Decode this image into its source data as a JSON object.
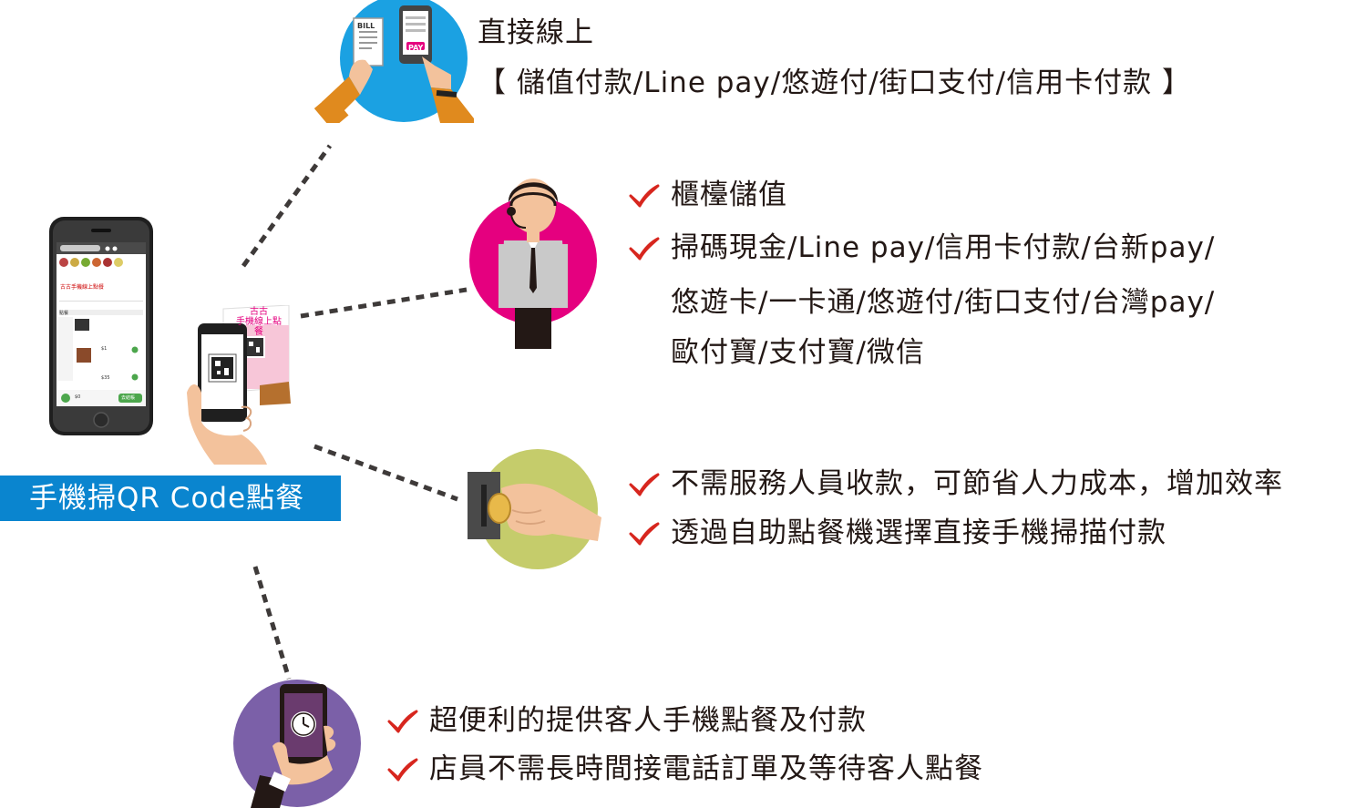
{
  "banner": {
    "label": "手機掃QR Code點餐"
  },
  "phone_screen": {
    "shop_title": "古古手機線上點餐",
    "tab_order": "點餐",
    "price_1": "$1",
    "price_2": "$35",
    "cart_total": "$0",
    "checkout": "去結帳"
  },
  "qr_stand": {
    "line1": "古古",
    "line2": "手機線上點餐"
  },
  "online": {
    "title": "直接線上",
    "methods": "【 儲值付款/Line pay/悠遊付/街口支付/信用卡付款 】",
    "bill_label": "BILL",
    "pay_label": "PAY"
  },
  "counter": {
    "items": [
      "櫃檯儲值",
      "掃碼現金/Line pay/信用卡付款/台新pay/"
    ],
    "continuation": [
      "悠遊卡/一卡通/悠遊付/街口支付/台灣pay/",
      "歐付寶/支付寶/微信"
    ]
  },
  "kiosk": {
    "items": [
      "不需服務人員收款，可節省人力成本，增加效率",
      "透過自助點餐機選擇直接手機掃描付款"
    ]
  },
  "mobile": {
    "items": [
      "超便利的提供客人手機點餐及付款",
      "店員不需長時間接電話訂單及等待客人點餐"
    ]
  },
  "colors": {
    "blue_circle": "#1ba1e2",
    "magenta_circle": "#e5007f",
    "olive_circle": "#c5cc6b",
    "purple_circle": "#7b60a8",
    "banner": "#0a85cf",
    "check": "#d7261e",
    "connector": "#3e3a39"
  }
}
